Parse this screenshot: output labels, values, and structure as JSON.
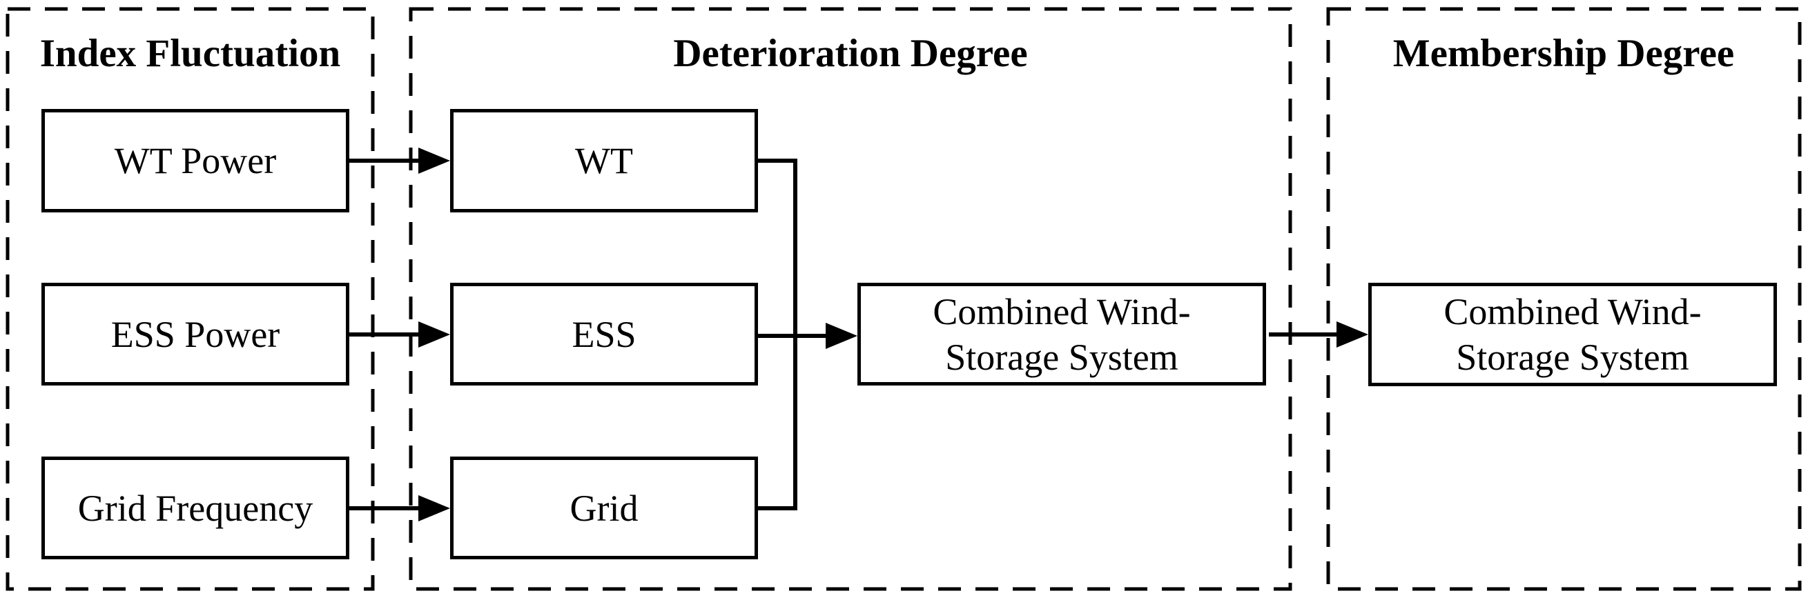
{
  "colors": {
    "line": "#000000",
    "background": "#ffffff",
    "text": "#000000"
  },
  "panels": {
    "index_fluctuation": {
      "title": "Index Fluctuation"
    },
    "deterioration_degree": {
      "title": "Deterioration Degree"
    },
    "membership_degree": {
      "title": "Membership Degree"
    }
  },
  "boxes": {
    "wt_power": {
      "label": "WT Power"
    },
    "ess_power": {
      "label": "ESS Power"
    },
    "grid_frequency": {
      "label": "Grid Frequency"
    },
    "wt": {
      "label": "WT"
    },
    "ess": {
      "label": "ESS"
    },
    "grid": {
      "label": "Grid"
    },
    "combined_deterioration": {
      "line1": "Combined Wind-",
      "line2": "Storage System"
    },
    "combined_membership": {
      "line1": "Combined Wind-",
      "line2": "Storage System"
    }
  },
  "connections": [
    {
      "from": "WT Power",
      "to": "WT",
      "type": "arrow"
    },
    {
      "from": "ESS Power",
      "to": "ESS",
      "type": "arrow"
    },
    {
      "from": "Grid Frequency",
      "to": "Grid",
      "type": "arrow"
    },
    {
      "from": "WT",
      "to": "Combined Wind-Storage System (Deterioration Degree)",
      "type": "bus-line"
    },
    {
      "from": "ESS",
      "to": "Combined Wind-Storage System (Deterioration Degree)",
      "type": "arrow"
    },
    {
      "from": "Grid",
      "to": "Combined Wind-Storage System (Deterioration Degree)",
      "type": "bus-line"
    },
    {
      "from": "Combined Wind-Storage System (Deterioration Degree)",
      "to": "Combined Wind-Storage System (Membership Degree)",
      "type": "arrow"
    }
  ]
}
